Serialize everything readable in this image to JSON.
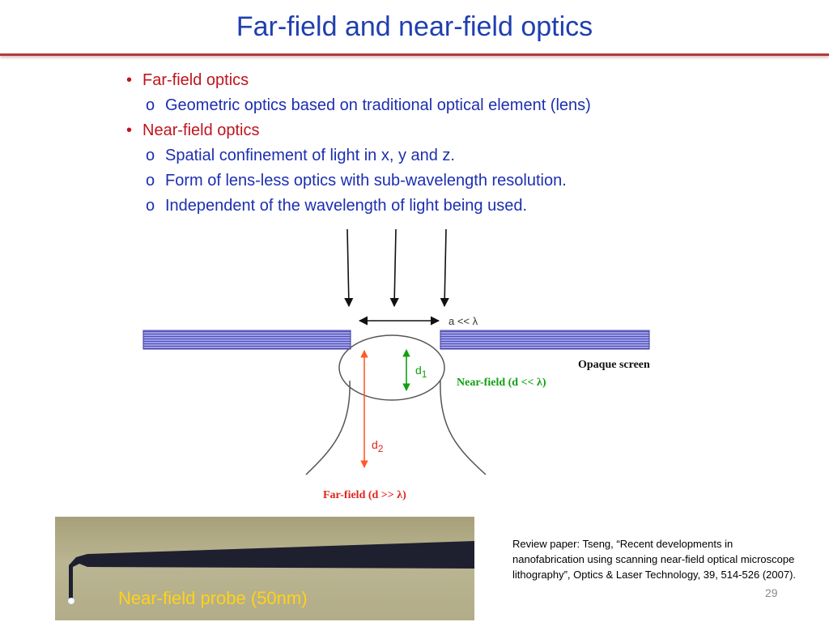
{
  "slide": {
    "title": "Far-field and near-field optics",
    "number": "29"
  },
  "bullets": [
    {
      "level": 1,
      "marker": "•",
      "text": "Far-field optics"
    },
    {
      "level": 2,
      "marker": "o",
      "text": "Geometric optics based on traditional optical element (lens)"
    },
    {
      "level": 1,
      "marker": "•",
      "text": "Near-field optics"
    },
    {
      "level": 2,
      "marker": "o",
      "text": "Spatial confinement of light in x, y and z."
    },
    {
      "level": 2,
      "marker": "o",
      "text": "Form of lens-less optics with sub-wavelength resolution."
    },
    {
      "level": 2,
      "marker": "o",
      "text": "Independent of the wavelength of light being used."
    }
  ],
  "diagram": {
    "aperture_label": "a << λ",
    "screen_label": "Opaque screen",
    "d1_label": "d",
    "d1_sub": "1",
    "d2_label": "d",
    "d2_sub": "2",
    "near_field_label": "Near-field (d << λ)",
    "far_field_label": "Far-field (d >> λ)",
    "colors": {
      "screen": "#7b7bd6",
      "near_field": "#10a010",
      "far_field": "#e0241c",
      "d2_arrow": "#ff5a2a"
    }
  },
  "probe_image": {
    "caption": "Near-field probe (50nm)"
  },
  "reference": {
    "text": "Review paper: Tseng, “Recent developments in nanofabrication using scanning near-field optical microscope lithography”, Optics & Laser Technology, 39, 514-526 (2007)."
  }
}
